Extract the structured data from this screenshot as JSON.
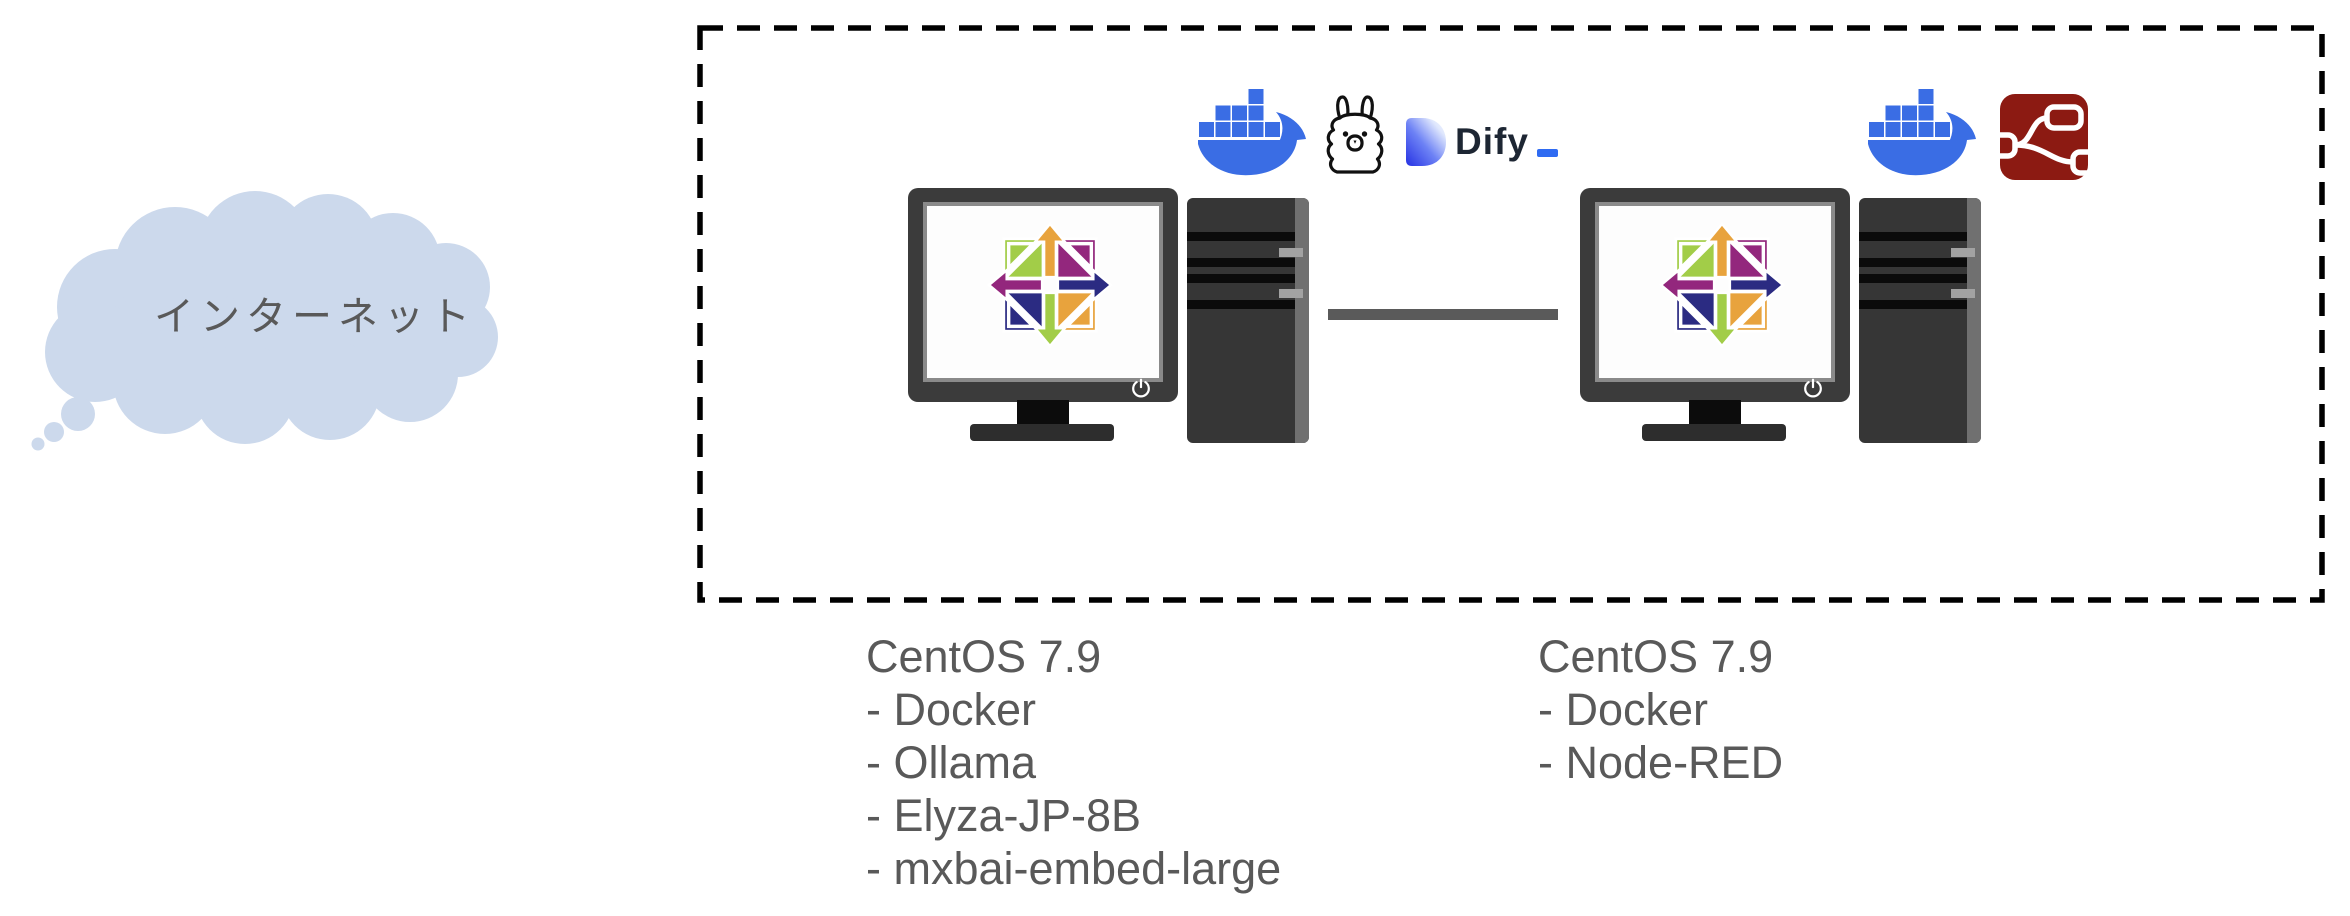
{
  "cloud": {
    "label": "インターネット"
  },
  "machines": [
    {
      "lines": [
        "CentOS 7.9",
        "- Docker",
        "- Ollama",
        "- Elyza-JP-8B",
        "- mxbai-embed-large"
      ],
      "icons": [
        "docker-icon",
        "ollama-icon",
        "dify-logo"
      ]
    },
    {
      "lines": [
        "CentOS 7.9",
        "- Docker",
        "- Node-RED"
      ],
      "icons": [
        "docker-icon",
        "node-red-icon"
      ]
    }
  ],
  "dify": {
    "wordmark": "Dify"
  },
  "colors": {
    "cloud_fill": "#ccd9ec",
    "diagram_text": "#595959",
    "docker_blue": "#3a6de4",
    "node_red_maroon": "#8c1a12",
    "dify_navy": "#1d2633",
    "dify_accent": "#2f6bf2",
    "centos_orange": "#e8a33d",
    "centos_navy": "#2b2b82",
    "centos_green": "#a2cd48",
    "centos_purple": "#93277d",
    "connector_gray": "#5a5a5a",
    "boundary_black": "#000000"
  }
}
